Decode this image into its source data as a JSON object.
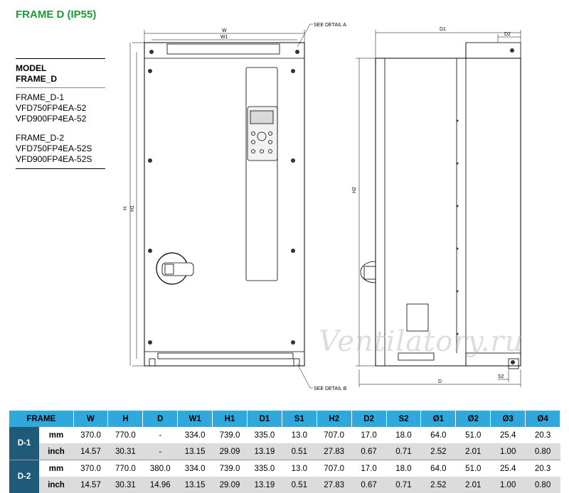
{
  "title": "FRAME D (IP55)",
  "model_block": {
    "header_line1": "MODEL",
    "header_line2": "FRAME_D",
    "groups": [
      {
        "name": "FRAME_D-1",
        "models": [
          "VFD750FP4EA-52",
          "VFD900FP4EA-52"
        ]
      },
      {
        "name": "FRAME_D-2",
        "models": [
          "VFD750FP4EA-52S",
          "VFD900FP4EA-52S"
        ]
      }
    ]
  },
  "drawing_labels": {
    "w": "W",
    "w1": "W1",
    "h": "H",
    "h1": "H1",
    "h2": "H2",
    "d": "D",
    "d1": "D1",
    "d2": "D2",
    "s2": "S2",
    "detail_a": "SEE DETAIL A",
    "detail_b": "SEE DETAIL B"
  },
  "watermark": "Ventilatory.ru",
  "table": {
    "headers": [
      "FRAME",
      "W",
      "H",
      "D",
      "W1",
      "H1",
      "D1",
      "S1",
      "H2",
      "D2",
      "S2",
      "Ø1",
      "Ø2",
      "Ø3",
      "Ø4"
    ],
    "frames": [
      {
        "name": "D-1",
        "rows": [
          {
            "unit": "mm",
            "values": [
              "370.0",
              "770.0",
              "-",
              "334.0",
              "739.0",
              "335.0",
              "13.0",
              "707.0",
              "17.0",
              "18.0",
              "64.0",
              "51.0",
              "25.4",
              "20.3"
            ]
          },
          {
            "unit": "inch",
            "values": [
              "14.57",
              "30.31",
              "-",
              "13.15",
              "29.09",
              "13.19",
              "0.51",
              "27.83",
              "0.67",
              "0.71",
              "2.52",
              "2.01",
              "1.00",
              "0.80"
            ]
          }
        ]
      },
      {
        "name": "D-2",
        "rows": [
          {
            "unit": "mm",
            "values": [
              "370.0",
              "770.0",
              "380.0",
              "334.0",
              "739.0",
              "335.0",
              "13.0",
              "707.0",
              "17.0",
              "18.0",
              "64.0",
              "51.0",
              "25.4",
              "20.3"
            ]
          },
          {
            "unit": "inch",
            "values": [
              "14.57",
              "30.31",
              "14.96",
              "13.15",
              "29.09",
              "13.19",
              "0.51",
              "27.83",
              "0.67",
              "0.71",
              "2.52",
              "2.01",
              "1.00",
              "0.80"
            ]
          }
        ]
      }
    ]
  }
}
